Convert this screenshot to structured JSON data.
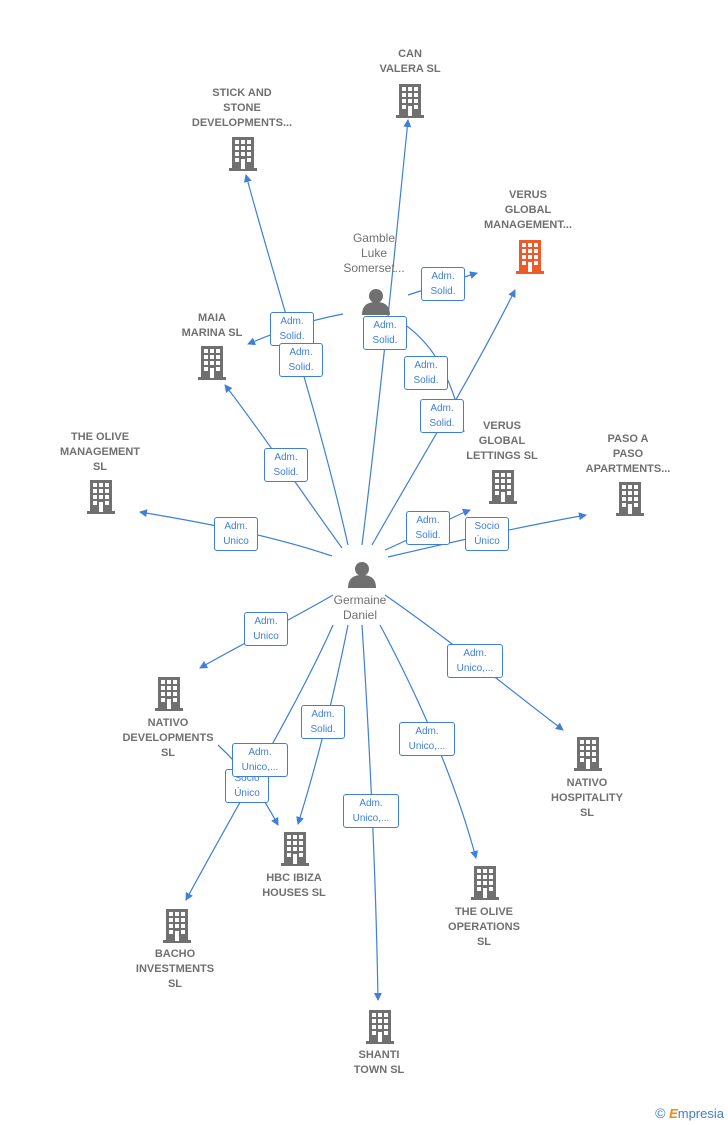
{
  "colors": {
    "edge": "#3d7fd9",
    "building": "#707070",
    "building_focus": "#f05a28",
    "text": "#707070"
  },
  "persons": {
    "gamble": {
      "lines": [
        "Gamble",
        "Luke",
        "Somerset..."
      ]
    },
    "germaine": {
      "lines": [
        "Germaine",
        "Daniel"
      ]
    }
  },
  "companies": {
    "can_valera": {
      "lines": [
        "CAN",
        "VALERA  SL"
      ]
    },
    "stick_stone": {
      "lines": [
        "STICK AND",
        "STONE",
        "DEVELOPMENTS..."
      ]
    },
    "verus_global": {
      "lines": [
        "VERUS",
        "GLOBAL",
        "MANAGEMENT..."
      ]
    },
    "maia_marina": {
      "lines": [
        "MAIA",
        "MARINA  SL"
      ]
    },
    "olive_mgmt": {
      "lines": [
        "THE OLIVE",
        "MANAGEMENT",
        "SL"
      ]
    },
    "verus_lettings": {
      "lines": [
        "VERUS",
        "GLOBAL",
        "LETTINGS  SL"
      ]
    },
    "paso_a_paso": {
      "lines": [
        "PASO A",
        "PASO",
        "APARTMENTS..."
      ]
    },
    "nativo_dev": {
      "lines": [
        "NATIVO",
        "DEVELOPMENTS",
        "SL"
      ]
    },
    "nativo_hosp": {
      "lines": [
        "NATIVO",
        "HOSPITALITY",
        "SL"
      ]
    },
    "hbc_ibiza": {
      "lines": [
        "HBC IBIZA",
        "HOUSES  SL"
      ]
    },
    "olive_ops": {
      "lines": [
        "THE OLIVE",
        "OPERATIONS",
        "SL"
      ]
    },
    "bacho": {
      "lines": [
        "BACHO",
        "INVESTMENTS",
        "SL"
      ]
    },
    "shanti": {
      "lines": [
        "SHANTI",
        "TOWN  SL"
      ]
    }
  },
  "edge_labels": {
    "g_verus": [
      "Adm.",
      "Solid."
    ],
    "g_maia": [
      "Adm.",
      "Solid."
    ],
    "g_can": [
      "Adm.",
      "Solid."
    ],
    "g_stick": [
      "Adm.",
      "Solid."
    ],
    "g_lettings": [
      "Adm.",
      "Solid."
    ],
    "d_verus": [
      "Adm.",
      "Solid."
    ],
    "d_maia": [
      "Adm.",
      "Solid."
    ],
    "d_olive_mgmt": [
      "Adm.",
      "Unico"
    ],
    "d_lettings": [
      "Adm.",
      "Solid."
    ],
    "d_paso": [
      "Socio",
      "Único"
    ],
    "d_nativo_dev": [
      "Adm.",
      "Unico"
    ],
    "d_nativo_hosp": [
      "Adm.",
      "Unico,..."
    ],
    "d_hbc_solid": [
      "Adm.",
      "Solid."
    ],
    "d_hbc_unico": [
      "Adm.",
      "Unico,..."
    ],
    "d_hbc_socio": [
      "Socio",
      "Único"
    ],
    "d_olive_ops": [
      "Adm.",
      "Unico,..."
    ],
    "d_shanti": [
      "Adm.",
      "Unico,..."
    ]
  },
  "brand": {
    "symbol": "©",
    "name": "mpresia",
    "initial": "E"
  }
}
